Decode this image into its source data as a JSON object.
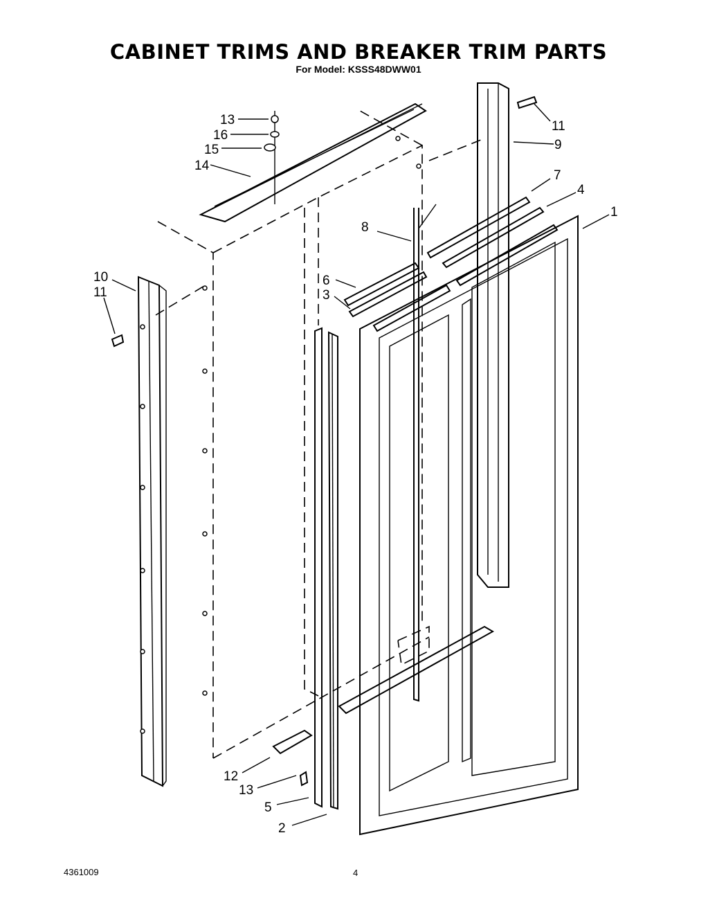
{
  "header": {
    "title": "CABINET TRIMS AND BREAKER TRIM PARTS",
    "subtitle": "For Model: KSSS48DWW01"
  },
  "callouts": [
    {
      "label": "13"
    },
    {
      "label": "16"
    },
    {
      "label": "15"
    },
    {
      "label": "14"
    },
    {
      "label": "11"
    },
    {
      "label": "9"
    },
    {
      "label": "7"
    },
    {
      "label": "4"
    },
    {
      "label": "1"
    },
    {
      "label": "8"
    },
    {
      "label": "6"
    },
    {
      "label": "3"
    },
    {
      "label": "10"
    },
    {
      "label": "11"
    },
    {
      "label": "12"
    },
    {
      "label": "13"
    },
    {
      "label": "5"
    },
    {
      "label": "2"
    }
  ],
  "footer": {
    "doc_number": "4361009",
    "page_number": "4"
  }
}
